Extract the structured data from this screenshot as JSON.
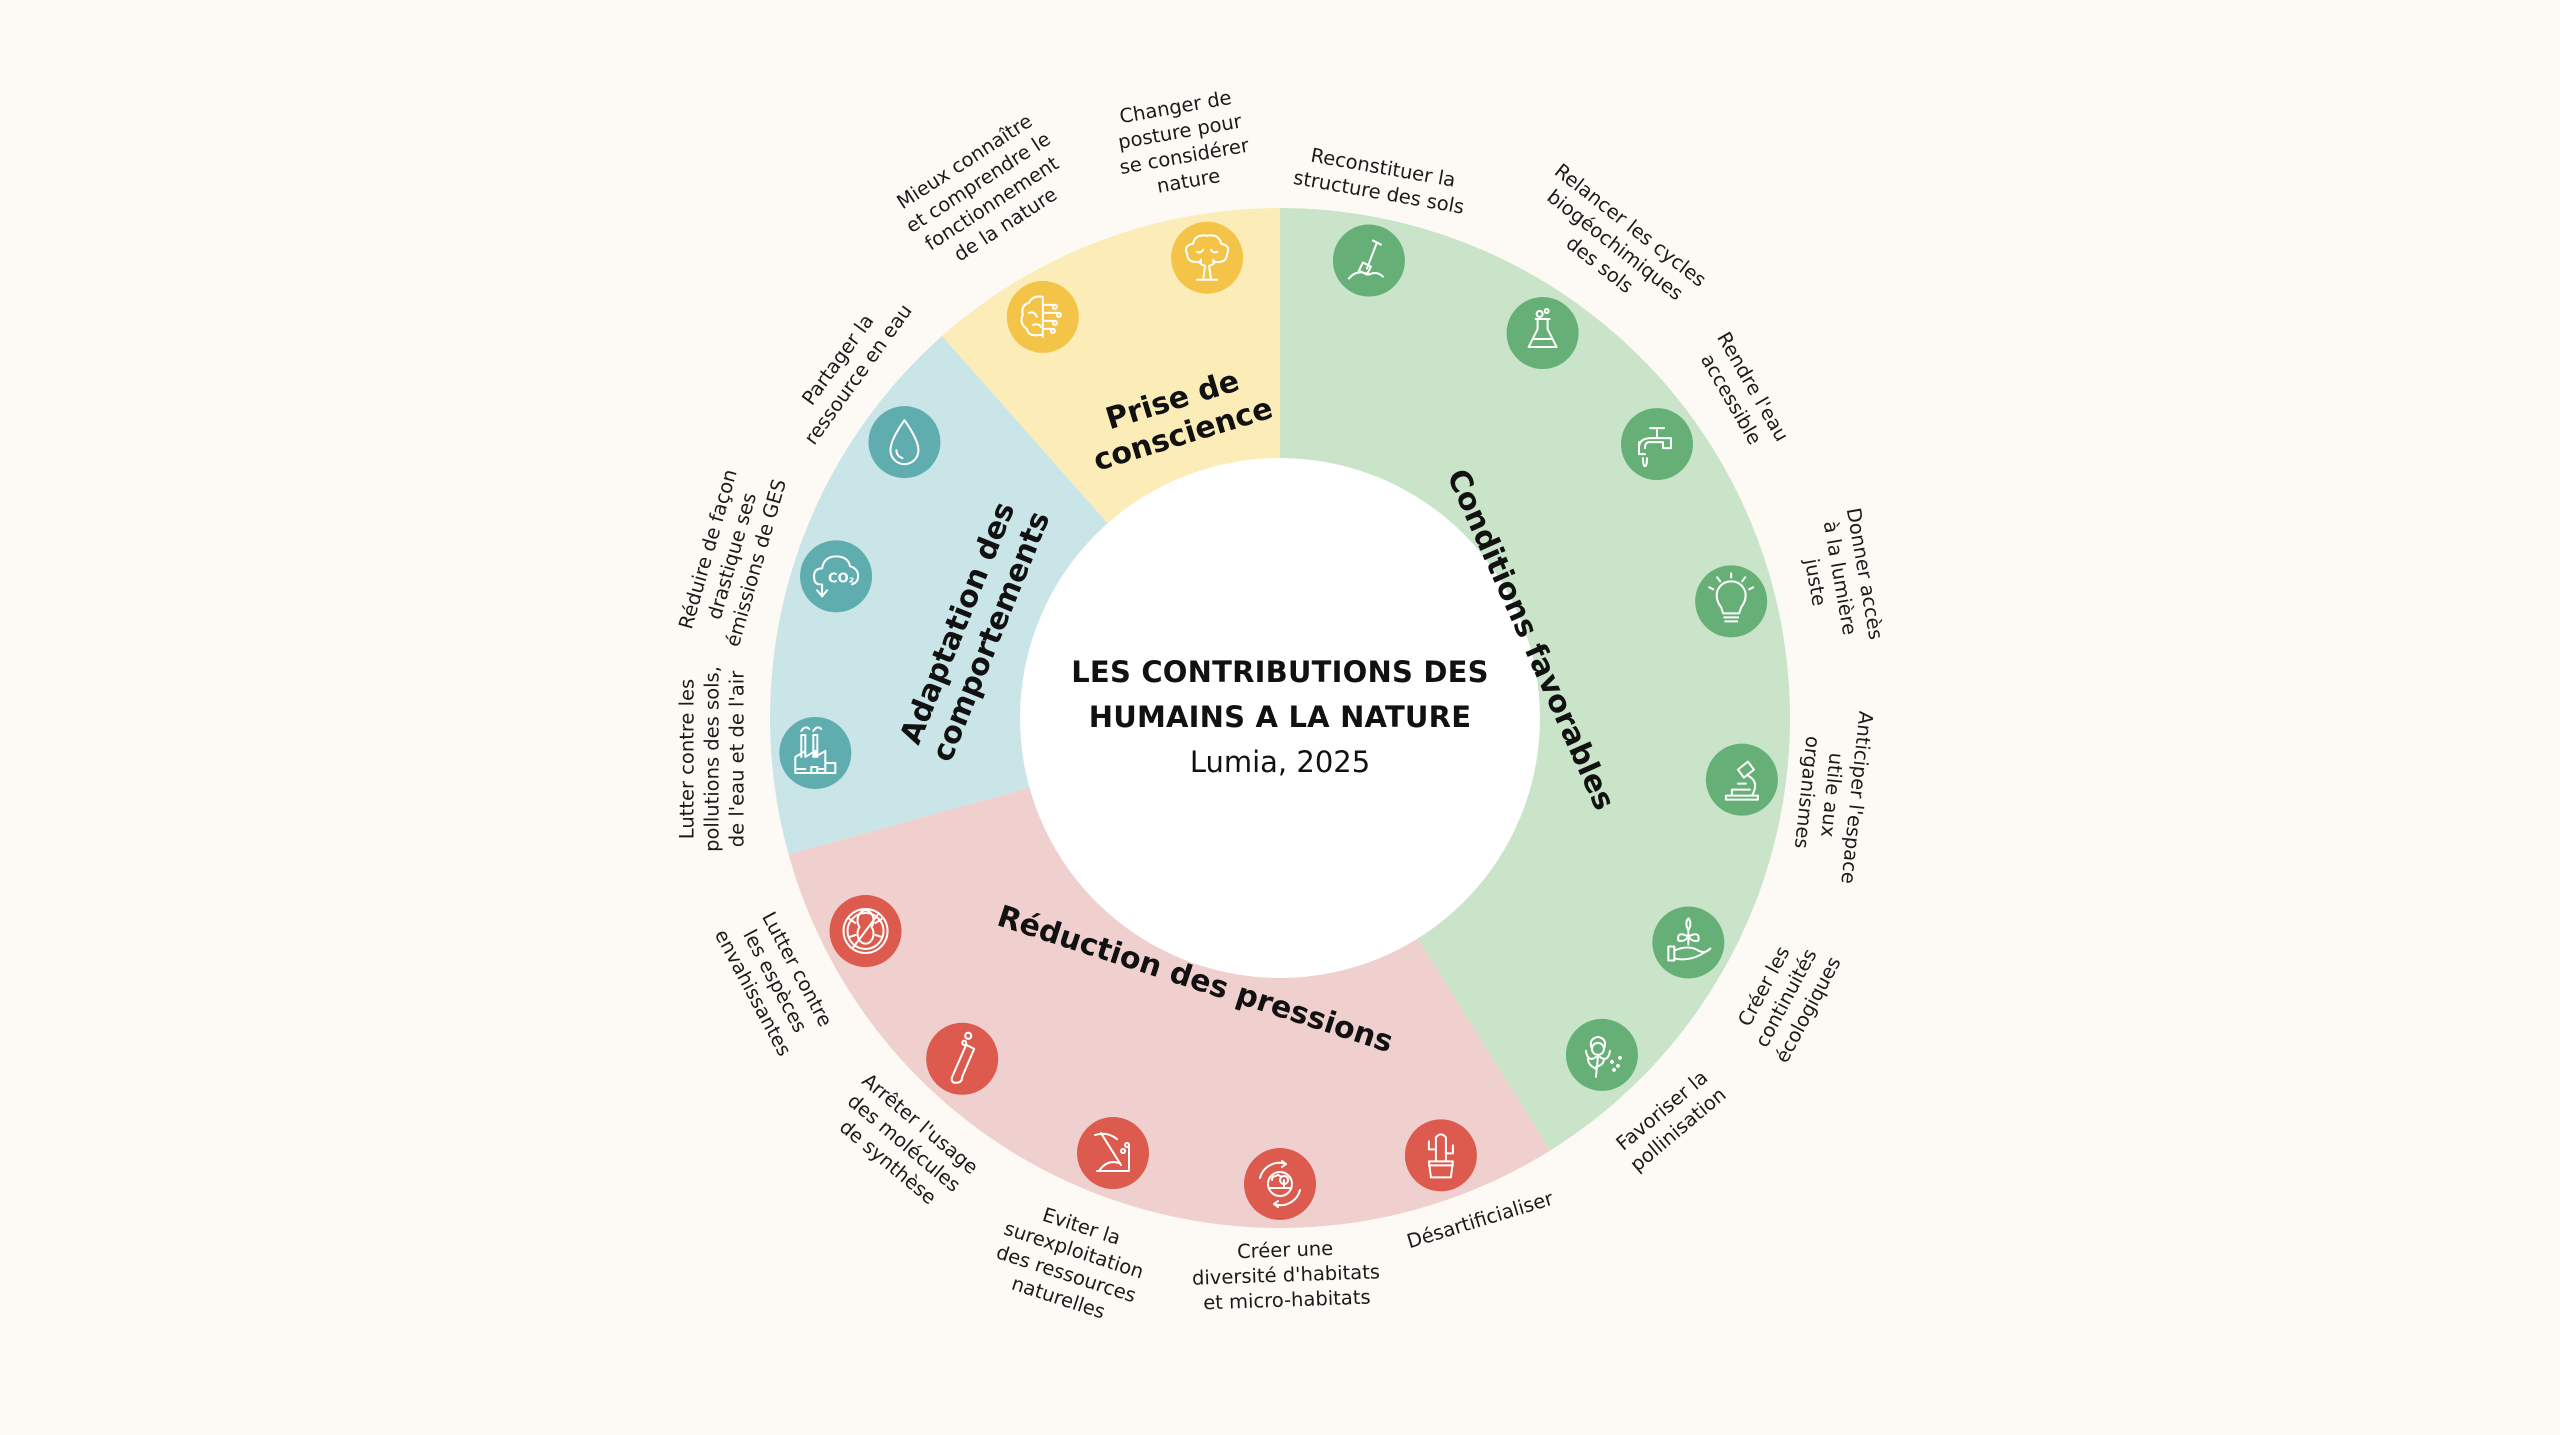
{
  "center": {
    "title_line1": "LES CONTRIBUTIONS DES",
    "title_line2": "HUMAINS A LA NATURE",
    "subtitle": "Lumia, 2025"
  },
  "segments": [
    {
      "id": "conditions",
      "label": "Conditions favorables",
      "fill": "#c9e4c9",
      "icon_color": "#66b077"
    },
    {
      "id": "reduction",
      "label": "Réduction des pressions",
      "fill": "#efd0ce",
      "icon_color": "#dc5b4e"
    },
    {
      "id": "adaptation",
      "label": "Adaptation des\ncomportements",
      "fill": "#cae5e7",
      "icon_color": "#5fadaf"
    },
    {
      "id": "prise",
      "label": "Prise de\nconscience",
      "fill": "#fbecb8",
      "icon_color": "#f3c447"
    }
  ],
  "items": [
    {
      "segment": "conditions",
      "icon": "shovel-icon",
      "label": "Reconstituer la\nstructure des sols"
    },
    {
      "segment": "conditions",
      "icon": "flask-icon",
      "label": "Relancer les cycles\nbiogéochimiques\ndes sols"
    },
    {
      "segment": "conditions",
      "icon": "water-tap-icon",
      "label": "Rendre l'eau\naccessible"
    },
    {
      "segment": "conditions",
      "icon": "light-bulb-icon",
      "label": "Donner accès\nà la lumière\njuste"
    },
    {
      "segment": "conditions",
      "icon": "microscope-icon",
      "label": "Anticiper l'espace\nutile aux\norganismes"
    },
    {
      "segment": "conditions",
      "icon": "hand-plant-icon",
      "label": "Créer les\ncontinuités\nécologiques"
    },
    {
      "segment": "conditions",
      "icon": "flower-pollen-icon",
      "label": "Favoriser la\npollinisation"
    },
    {
      "segment": "reduction",
      "icon": "cactus-icon",
      "label": "Désartificialiser"
    },
    {
      "segment": "reduction",
      "icon": "habitat-cycle-icon",
      "label": "Créer une\ndiversité d'habitats\net micro-habitats"
    },
    {
      "segment": "reduction",
      "icon": "pickaxe-icon",
      "label": "Eviter la\nsurexploitation\ndes ressources\nnaturelles"
    },
    {
      "segment": "reduction",
      "icon": "test-tube-icon",
      "label": "Arrêter l'usage\ndes molécules\nde synthèse"
    },
    {
      "segment": "reduction",
      "icon": "no-bug-icon",
      "label": "Lutter contre\nles espèces\nenvahissantes"
    },
    {
      "segment": "adaptation",
      "icon": "factory-icon",
      "label": "Lutter contre les\npollutions des sols,\nde l'eau et de l'air"
    },
    {
      "segment": "adaptation",
      "icon": "co2-cloud-icon",
      "label": "Réduire de façon\ndrastique ses\némissions de GES"
    },
    {
      "segment": "adaptation",
      "icon": "water-drop-icon",
      "label": "Partager la\nressource en eau"
    },
    {
      "segment": "prise",
      "icon": "brain-icon",
      "label": "Mieux connaître\net comprendre le\nfonctionnement\nde la nature"
    },
    {
      "segment": "prise",
      "icon": "tree-icon",
      "label": "Changer de\nposture pour\nse considérer\nnature"
    }
  ]
}
